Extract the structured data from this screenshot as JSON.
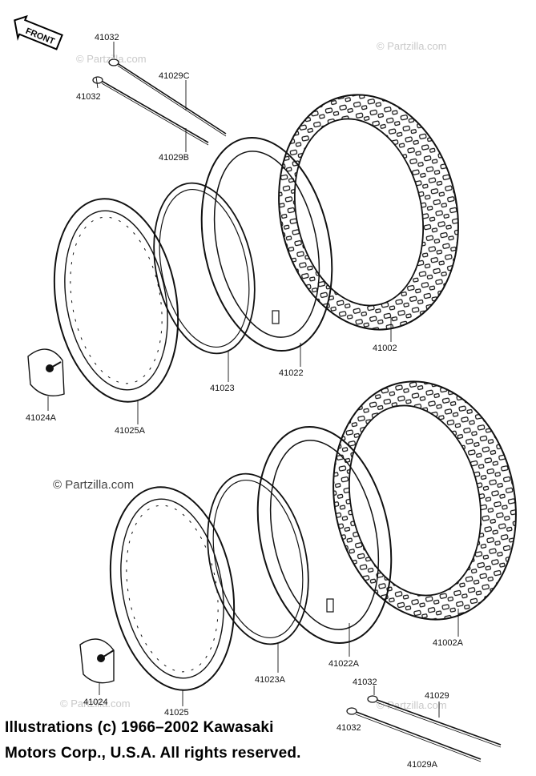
{
  "front_badge": "FRONT",
  "watermarks": {
    "partzilla": "© Partzilla.com"
  },
  "labels": {
    "p41032_top": "41032",
    "p41029C": "41029C",
    "p41032_mid": "41032",
    "p41029B": "41029B",
    "p41002": "41002",
    "p41022": "41022",
    "p41023": "41023",
    "p41024A": "41024A",
    "p41025A": "41025A",
    "p41002A": "41002A",
    "p41022A": "41022A",
    "p41023A": "41023A",
    "p41024": "41024",
    "p41025": "41025",
    "p41032_low": "41032",
    "p41029": "41029",
    "p41032_low2": "41032",
    "p41029A": "41029A"
  },
  "copyright": {
    "line1": "Illustrations (c) 1966–2002 Kawasaki",
    "line2": "Motors Corp., U.S.A.  All rights reserved."
  }
}
